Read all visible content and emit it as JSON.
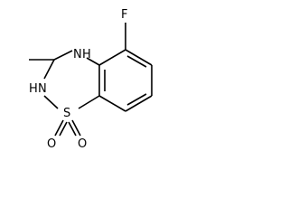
{
  "molecule": {
    "atoms": {
      "F": "F",
      "NH_top": "N",
      "H_top": "H",
      "NH_left": "N",
      "H_left": "H",
      "S": "S",
      "O_left": "O",
      "O_right": "O"
    }
  }
}
